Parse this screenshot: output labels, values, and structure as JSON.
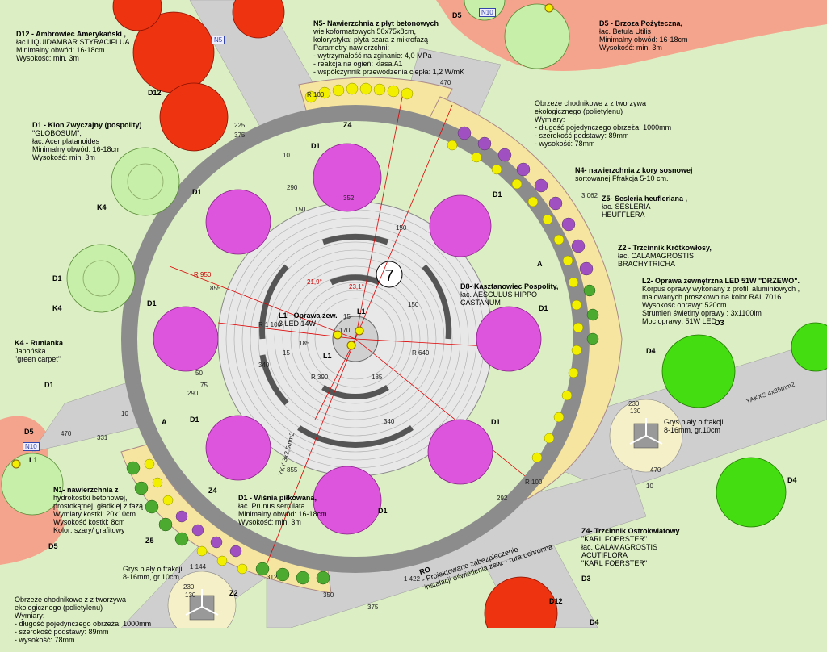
{
  "sector_number": "7",
  "labels": {
    "d12_top": {
      "title": "D12 - Ambrowiec Amerykański ,",
      "body": "łac.LIQUIDAMBAR STYRACIFLUA\nMinimalny obwód: 16-18cm\nWysokość: min. 3m"
    },
    "n5": {
      "title": "N5- Nawierzchnia z płyt betonowych",
      "body": "wielkoformatowych 50x75x8cm,\nkolorystyka: płyta szara z mikrofazą\nParametry nawierzchni:\n- wytrzymałość na zginanie: 4,0 MPa\n- reakcja na ogień: klasa A1\n- współczynnik przewodzenia ciepła: 1,2 W/mK"
    },
    "d5_top": {
      "title": "D5 - Brzoza Pożyteczna,",
      "body": "łac. Betula Utilis\nMinimalny obwód: 16-18cm\nWysokość: min. 3m"
    },
    "edging_top": {
      "title": "",
      "body": "Obrzeże chodnikowe z z tworzywa\nekologicznego (polietylenu)\nWymiary:\n- długość pojedynczego obrzeża: 1000mm\n- szerokość podstawy: 89mm\n- wysokość: 78mm"
    },
    "d1_left": {
      "title": "D1 - Klon Zwyczajny (pospolity)",
      "body": "\"GLOBOSUM\",\nłac. Acer platanoides\nMinimalny obwód: 16-18cm\nWysokość: min. 3m"
    },
    "n4": {
      "title": "N4- nawierzchnia z kory sosnowej",
      "body": "sortowanej  Ffrakcja 5-10 cm."
    },
    "z5": {
      "title": "Z5- Sesleria heufleriana ,",
      "body": "łac. SESLERIA\nHEUFFLERA"
    },
    "z2": {
      "title": "Z2 - Trzcinnik Krótkowłosy,",
      "body": "łac. CALAMAGROSTIS\nBRACHYTRICHA"
    },
    "l2": {
      "title": "L2- Oprawa zewnętrzna  LED 51W \"DRZEWO\".",
      "body": "Korpus oprawy wykonany z profili aluminiowych ,\nmalowanych proszkowo na kolor RAL 7016.\nWysokość oprawy: 520cm\nStrumień świetlny oprawy : 3x1100lm\nMoc oprawy: 51W LED"
    },
    "d8": {
      "title": "D8- Kasztanowiec Pospolity,",
      "body": "łac. AESCULUS HIPPO\nCASTANUM"
    },
    "l1": {
      "title": "L1 - Oprawa zew.",
      "body": "3 LED 14W"
    },
    "k4": {
      "title": "K4 - Runianka",
      "body": "Japońska\n\"green carpet\""
    },
    "n1": {
      "title": "N1- nawierzchnia z",
      "body": "hydrokostki betonowej,\nprostokątnej, gładkiej z fazą\nWymiary kostki: 20x10cm\nWysokość kostki: 8cm\nKolor: szary/ grafitowy"
    },
    "d1_bottom": {
      "title": "D1 - Wiśnia piłkowana,",
      "body": "łac. Prunus serrulata\nMinimalny obwód: 16-18cm\nWysokość: min. 3m"
    },
    "grys_right": {
      "title": "",
      "body": "Grys biały o frakcji\n8-16mm, gr.10cm"
    },
    "grys_left": {
      "title": "",
      "body": "Grys biały o frakcji\n8-16mm, gr.10cm"
    },
    "z4": {
      "title": "Z4- Trzcinnik Ostrokwiatowy",
      "body": "\"KARL FOERSTER\"\nłac. CALAMAGROSTIS\nACUTIFLORA\n\"KARL FOERSTER\""
    },
    "ro": {
      "title": "RO",
      "body": "- Projektowane zabezpieczenie\ninstalacji oświetlenia zew. - rura ochronna"
    },
    "edging_bottom": {
      "title": "",
      "body": "Obrzeże chodnikowe z z tworzywa\nekologicznego (polietylenu)\nWymiary:\n- długość pojedynczego obrzeża: 1000mm\n- szerokość podstawy: 89mm\n- wysokość: 78mm"
    }
  },
  "tags": {
    "d12a": "D12",
    "d12b": "D12",
    "d12c": "D12",
    "d5a": "D5",
    "d5b": "D5",
    "d5c": "D5",
    "d5d": "D5",
    "k4a": "K4",
    "k4b": "K4",
    "d1a": "D1",
    "d1b": "D1",
    "d1c": "D1",
    "d1d": "D1",
    "d1e": "D1",
    "d1f": "D1",
    "d1g": "D1",
    "d1h": "D1",
    "d1i": "D1",
    "d1j": "D1",
    "d1k": "D1",
    "z4a": "Z4",
    "z4b": "Z4",
    "z5a": "Z5",
    "z2a": "Z2",
    "d3a": "D3",
    "d3b": "D3",
    "d4a": "D4",
    "d4b": "D4",
    "d4c": "D4",
    "l1a": "L1",
    "l1b": "L1",
    "l1c": "L1",
    "n5box": "N5",
    "n10a": "N10",
    "n10b": "N10",
    "aa": "A",
    "ab": "A"
  },
  "dims": {
    "r950": "R 950",
    "r1100": "R 1 100",
    "r640": "R 640",
    "r390": "R 390",
    "r100a": "R 100",
    "r100b": "R 100",
    "d855a": "855",
    "d855b": "855",
    "d340a": "340",
    "d340b": "340",
    "d352": "352",
    "d290a": "290",
    "d290b": "290",
    "d150a": "150",
    "d150b": "150",
    "d150c": "150",
    "d375a": "375",
    "d375b": "375",
    "d225": "225",
    "d350": "350",
    "d470a": "470",
    "d470b": "470",
    "d470c": "470",
    "d331": "331",
    "d230a": "230",
    "d130a": "130",
    "d230b": "230",
    "d130b": "130",
    "d292": "292",
    "d312": "312",
    "d3062": "3 062",
    "d1144": "1 144",
    "d1422": "1 422",
    "d185a": "185",
    "d185b": "185",
    "d170": "170",
    "d50a": "50",
    "d75a": "75",
    "d10a": "10",
    "d10b": "10",
    "d10c": "10",
    "d15a": "15",
    "d15b": "15",
    "ang1": "21,9°",
    "ang2": "23,1°",
    "cable1": "YKY 3x2,5mm2",
    "cable2": "YAKXS 4x35mm2"
  },
  "colors": {
    "lawn": "#dcefc4",
    "paving": "#cfcfcf",
    "ring_dark": "#8c8c8c",
    "cherry": "#dd55dd",
    "maple_red": "#ee3311",
    "birch_pink": "#f4a48c",
    "yellow_grass": "#f2f000",
    "purple_grass": "#a050c0",
    "bark_bed": "#f5e5a0",
    "green_tree": "#44dd11"
  }
}
